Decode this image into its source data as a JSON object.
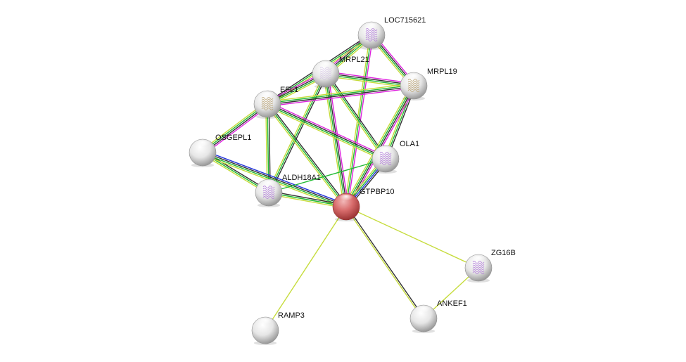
{
  "diagram": {
    "type": "protein-interaction-network",
    "edge_colors": {
      "black": "#333333",
      "green": "#22bb33",
      "yellow": "#c6dc3c",
      "magenta": "#dd22dd",
      "blue": "#2233dd"
    },
    "nodes": [
      {
        "id": "LOC715621",
        "label": "LOC715621",
        "query": false,
        "structure": "purple"
      },
      {
        "id": "MRPL21",
        "label": "MRPL21",
        "query": false,
        "structure": "faint"
      },
      {
        "id": "MRPL19",
        "label": "MRPL19",
        "query": false,
        "structure": "tan"
      },
      {
        "id": "EFL1",
        "label": "EFL1",
        "query": false,
        "structure": "tan"
      },
      {
        "id": "OSGEPL1",
        "label": "OSGEPL1",
        "query": false,
        "structure": "none"
      },
      {
        "id": "OLA1",
        "label": "OLA1",
        "query": false,
        "structure": "purple"
      },
      {
        "id": "ALDH18A1",
        "label": "ALDH18A1",
        "query": false,
        "structure": "purple"
      },
      {
        "id": "GTPBP10",
        "label": "GTPBP10",
        "query": true,
        "structure": "none"
      },
      {
        "id": "ZG16B",
        "label": "ZG16B",
        "query": false,
        "structure": "purple"
      },
      {
        "id": "ANKEF1",
        "label": "ANKEF1",
        "query": false,
        "structure": "none"
      },
      {
        "id": "RAMP3",
        "label": "RAMP3",
        "query": false,
        "structure": "none"
      }
    ],
    "edges": [
      {
        "source": "LOC715621",
        "target": "MRPL21",
        "evidence": [
          "yellow",
          "green",
          "black",
          "magenta"
        ]
      },
      {
        "source": "LOC715621",
        "target": "MRPL19",
        "evidence": [
          "magenta",
          "black",
          "green",
          "yellow"
        ]
      },
      {
        "source": "LOC715621",
        "target": "EFL1",
        "evidence": [
          "yellow",
          "green",
          "black"
        ]
      },
      {
        "source": "LOC715621",
        "target": "GTPBP10",
        "evidence": [
          "magenta",
          "green",
          "yellow"
        ]
      },
      {
        "source": "MRPL21",
        "target": "MRPL19",
        "evidence": [
          "magenta",
          "black",
          "green",
          "yellow"
        ]
      },
      {
        "source": "MRPL21",
        "target": "EFL1",
        "evidence": [
          "yellow",
          "green",
          "black",
          "magenta"
        ]
      },
      {
        "source": "MRPL21",
        "target": "OLA1",
        "evidence": [
          "black",
          "green",
          "yellow"
        ]
      },
      {
        "source": "MRPL21",
        "target": "ALDH18A1",
        "evidence": [
          "black",
          "green",
          "yellow"
        ]
      },
      {
        "source": "MRPL21",
        "target": "GTPBP10",
        "evidence": [
          "magenta",
          "black",
          "green",
          "yellow"
        ]
      },
      {
        "source": "MRPL19",
        "target": "EFL1",
        "evidence": [
          "magenta",
          "black",
          "green",
          "yellow"
        ]
      },
      {
        "source": "MRPL19",
        "target": "OLA1",
        "evidence": [
          "black",
          "green",
          "yellow"
        ]
      },
      {
        "source": "MRPL19",
        "target": "GTPBP10",
        "evidence": [
          "magenta",
          "black",
          "green",
          "yellow"
        ]
      },
      {
        "source": "EFL1",
        "target": "OSGEPL1",
        "evidence": [
          "magenta",
          "black",
          "green",
          "yellow"
        ]
      },
      {
        "source": "EFL1",
        "target": "OLA1",
        "evidence": [
          "magenta",
          "black",
          "green",
          "yellow"
        ]
      },
      {
        "source": "EFL1",
        "target": "ALDH18A1",
        "evidence": [
          "black",
          "green",
          "yellow"
        ]
      },
      {
        "source": "EFL1",
        "target": "GTPBP10",
        "evidence": [
          "black",
          "green",
          "yellow"
        ]
      },
      {
        "source": "OSGEPL1",
        "target": "ALDH18A1",
        "evidence": [
          "black",
          "green",
          "yellow"
        ]
      },
      {
        "source": "OSGEPL1",
        "target": "GTPBP10",
        "evidence": [
          "blue",
          "black",
          "green",
          "yellow"
        ]
      },
      {
        "source": "OLA1",
        "target": "ALDH18A1",
        "evidence": [
          "green"
        ]
      },
      {
        "source": "OLA1",
        "target": "GTPBP10",
        "evidence": [
          "black",
          "blue",
          "green",
          "yellow"
        ]
      },
      {
        "source": "ALDH18A1",
        "target": "GTPBP10",
        "evidence": [
          "black",
          "green",
          "yellow"
        ]
      },
      {
        "source": "GTPBP10",
        "target": "ZG16B",
        "evidence": [
          "yellow"
        ]
      },
      {
        "source": "GTPBP10",
        "target": "ANKEF1",
        "evidence": [
          "black",
          "yellow"
        ]
      },
      {
        "source": "GTPBP10",
        "target": "RAMP3",
        "evidence": [
          "yellow"
        ]
      },
      {
        "source": "ZG16B",
        "target": "ANKEF1",
        "evidence": [
          "yellow"
        ]
      }
    ]
  }
}
